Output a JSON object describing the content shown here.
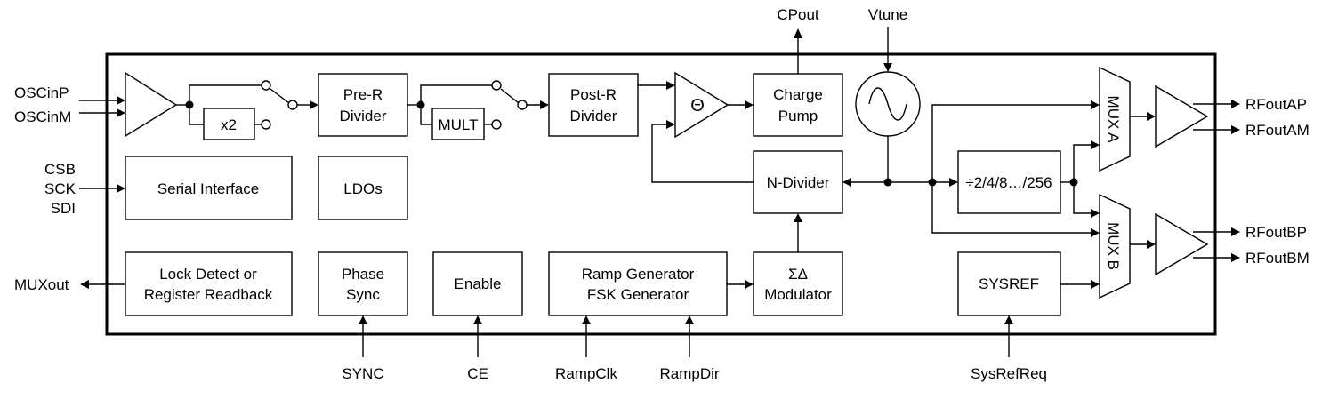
{
  "pins": {
    "oscinp": "OSCinP",
    "oscinm": "OSCinM",
    "csb": "CSB",
    "sck": "SCK",
    "sdi": "SDI",
    "muxout": "MUXout",
    "cpout": "CPout",
    "vtune": "Vtune",
    "rfoutap": "RFoutAP",
    "rfoutam": "RFoutAM",
    "rfoutbp": "RFoutBP",
    "rfoutbm": "RFoutBM",
    "sync": "SYNC",
    "ce": "CE",
    "rampclk": "RampClk",
    "rampdir": "RampDir",
    "sysrefreq": "SysRefReq"
  },
  "blocks": {
    "x2": "x2",
    "prer_1": "Pre-R",
    "prer_2": "Divider",
    "mult": "MULT",
    "postr_1": "Post-R",
    "postr_2": "Divider",
    "phase_detector": "Θ",
    "cp_1": "Charge",
    "cp_2": "Pump",
    "serial": "Serial Interface",
    "ldos": "LDOs",
    "ndiv": "N-Divider",
    "chdiv": "÷2/4/8…/256",
    "muxa": "MUX A",
    "muxb": "MUX B",
    "lock_1": "Lock Detect or",
    "lock_2": "Register Readback",
    "phase_1": "Phase",
    "phase_2": "Sync",
    "enable": "Enable",
    "ramp_1": "Ramp Generator",
    "ramp_2": "FSK Generator",
    "sd_1": "ΣΔ",
    "sd_2": "Modulator",
    "sysref": "SYSREF"
  }
}
